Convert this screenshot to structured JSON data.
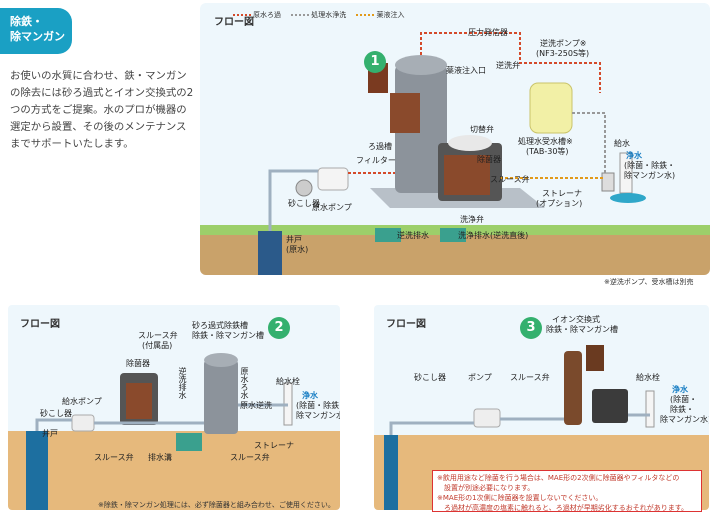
{
  "tag": {
    "line1": "除鉄・",
    "line2": "除マンガン"
  },
  "intro": "お使いの水質に合わせ、鉄・マンガンの除去には砂ろ過式とイオン交換式の2つの方式をご提案。水のプロが機器の選定から設置、その後のメンテナンスまでサポートいたします。",
  "legend": [
    "原水ろ過",
    "処理水浄洗",
    "薬液注入"
  ],
  "panel1": {
    "title": "フロー図",
    "number": "1",
    "labels": {
      "pressure_generator": "圧力発信器",
      "chemical_inlet": "薬液注入口",
      "backwash_valve": "逆洗弁",
      "pump_title": "逆洗ポンプ※",
      "pump_model": "(NF3-250S等)",
      "tank_title": "処理水受水槽※",
      "tank_model": "(TAB-30等)",
      "switch_valve": "切替弁",
      "filter_tank": "ろ過槽",
      "filter": "フィルター",
      "sterilizer": "除菌器",
      "sluice_valve": "スルース弁",
      "strainer": "ストレーナ",
      "option": "(オプション)",
      "water_supply": "給水",
      "clean_water": "浄水",
      "clean_sub": "(除菌・除鉄・",
      "clean_sub2": "除マンガン水)",
      "sand_filter": "砂こし器",
      "raw_pump": "原水ポンプ",
      "well": "井戸",
      "raw_water": "(原水)",
      "backwash_drain": "逆洗排水",
      "wash_valve": "洗浄弁",
      "wash_drain": "洗浄排水(逆洗直後)"
    },
    "note": "※逆洗ポンプ、受水槽は別売"
  },
  "panel2": {
    "title": "フロー図",
    "number": "2",
    "labels": {
      "sluice": "スルース弁",
      "sluice_sub": "(付属品)",
      "sand_tank": "砂ろ過式除鉄槽",
      "sand_tank2": "除鉄・除マンガン槽",
      "sterilizer": "除菌器",
      "backwash_drain": "逆洗排水",
      "raw_water": "原水ろ水",
      "raw_backwash": "原水逆洗",
      "water_supply": "給水栓",
      "clean_water": "浄水",
      "clean_sub": "(除菌・除鉄・",
      "clean_sub2": "除マンガン水)",
      "water_pump": "給水ポンプ",
      "sand_filter": "砂こし器",
      "strainer": "ストレーナ",
      "well": "井戸",
      "sluice2": "スルース弁",
      "drain_trench": "排水溝",
      "sluice3": "スルース弁"
    },
    "note": "※除鉄・除マンガン処理には、必ず除菌器と組み合わせ、ご使用ください。"
  },
  "panel3": {
    "title": "フロー図",
    "number": "3",
    "labels": {
      "ion_title": "イオン交換式",
      "ion_title2": "除鉄・除マンガン槽",
      "sand_filter": "砂こし器",
      "pump": "ポンプ",
      "sluice": "スルース弁",
      "water_supply": "給水栓",
      "clean_water": "浄水",
      "clean_sub": "(除菌・",
      "clean_sub2": "除鉄・",
      "clean_sub3": "除マンガン水)"
    }
  },
  "caution": [
    "※飲用用途など除菌を行う場合は、MAE形の2次側に除菌器やフィルタなどの",
    "　設置が別途必要になります。",
    "※MAE形の1次側に除菌器を設置しないでください。",
    "　ろ過材が高濃度の塩素に触れると、ろ過材が早期劣化するおそれがあります。"
  ]
}
